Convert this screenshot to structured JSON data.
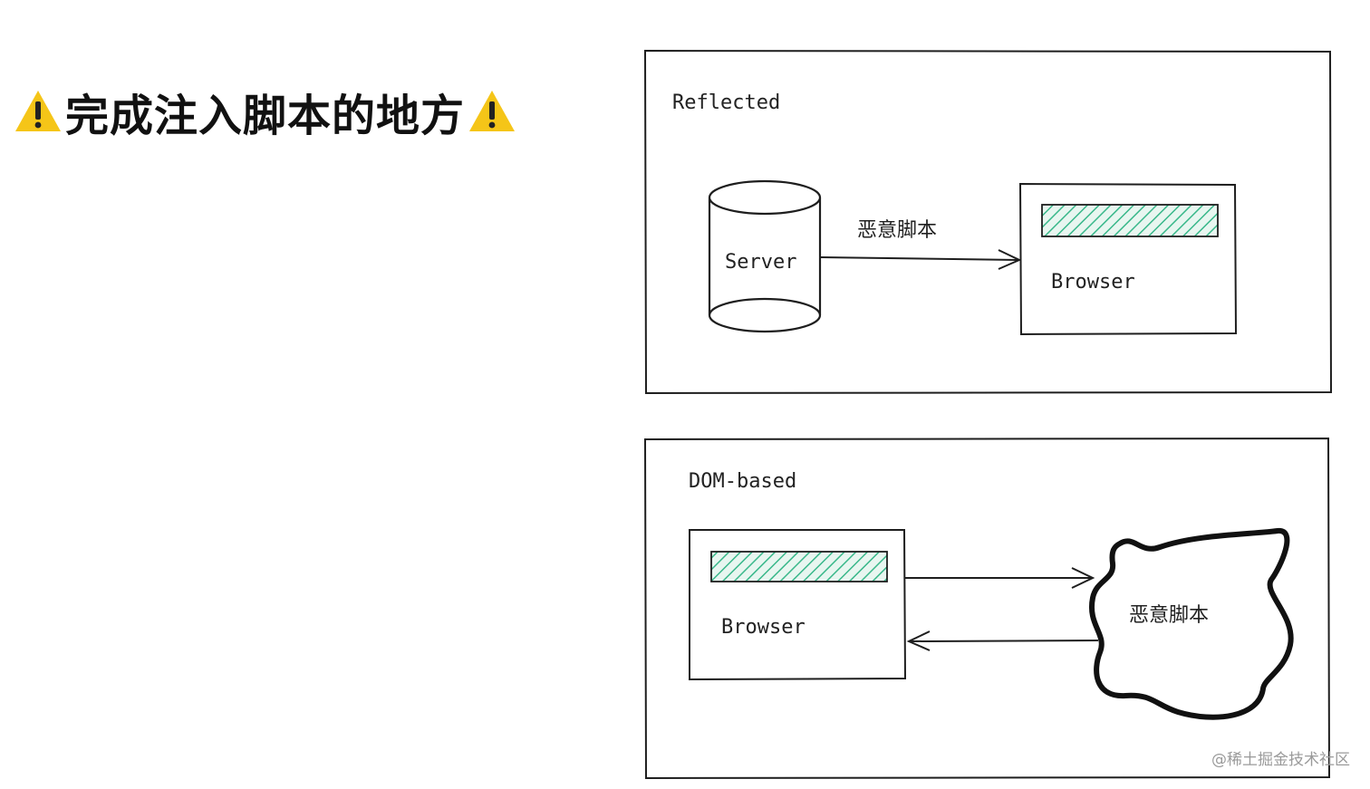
{
  "heading": {
    "text": "完成注入脚本的地方",
    "icon_left": "warning-icon",
    "icon_right": "warning-icon"
  },
  "reflected": {
    "title": "Reflected",
    "server_label": "Server",
    "arrow_label": "恶意脚本",
    "browser_label": "Browser"
  },
  "dom_based": {
    "title": "DOM-based",
    "browser_label": "Browser",
    "cloud_label": "恶意脚本"
  },
  "colors": {
    "stroke": "#1e1e1e",
    "hatch": "#38b88a",
    "warning": "#f5c518"
  },
  "watermark": "@稀土掘金技术社区"
}
